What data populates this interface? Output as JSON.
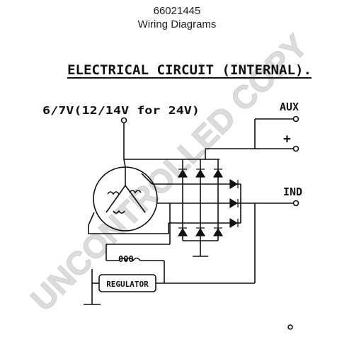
{
  "header": {
    "part_number": "66021445",
    "subtitle": "Wiring Diagrams"
  },
  "diagram": {
    "title": "ELECTRICAL CIRCUIT (INTERNAL).",
    "supply_label": "6/7V(12/14V for 24V)",
    "aux_label": "AUX",
    "plus_label": "+",
    "minus_label": "-",
    "ind_label": "IND",
    "field_label": "000",
    "regulator_label": "REGULATOR"
  },
  "watermark": {
    "text": "UNCONTROLLED COPY",
    "color": "#d8d8d8"
  },
  "colors": {
    "ink": "#111111"
  }
}
